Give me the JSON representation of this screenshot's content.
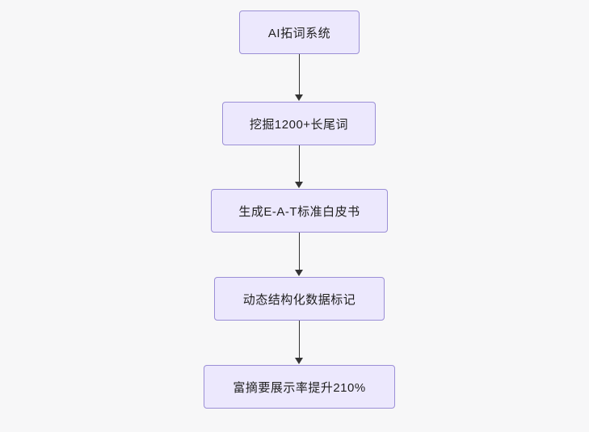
{
  "diagram": {
    "type": "flowchart",
    "direction": "top-to-bottom",
    "background_color": "#f7f7f8",
    "node_fill_color": "#ece8fd",
    "node_border_color": "#9b8fd6",
    "edge_color": "#333333",
    "nodes": [
      {
        "id": "n0",
        "label": "AI拓词系统"
      },
      {
        "id": "n1",
        "label": "挖掘1200+长尾词"
      },
      {
        "id": "n2",
        "label": "生成E-A-T标准白皮书"
      },
      {
        "id": "n3",
        "label": "动态结构化数据标记"
      },
      {
        "id": "n4",
        "label": "富摘要展示率提升210%"
      }
    ],
    "edges": [
      {
        "from": "n0",
        "to": "n1",
        "label": ""
      },
      {
        "from": "n1",
        "to": "n2",
        "label": ""
      },
      {
        "from": "n2",
        "to": "n3",
        "label": ""
      },
      {
        "from": "n3",
        "to": "n4",
        "label": ""
      }
    ]
  }
}
